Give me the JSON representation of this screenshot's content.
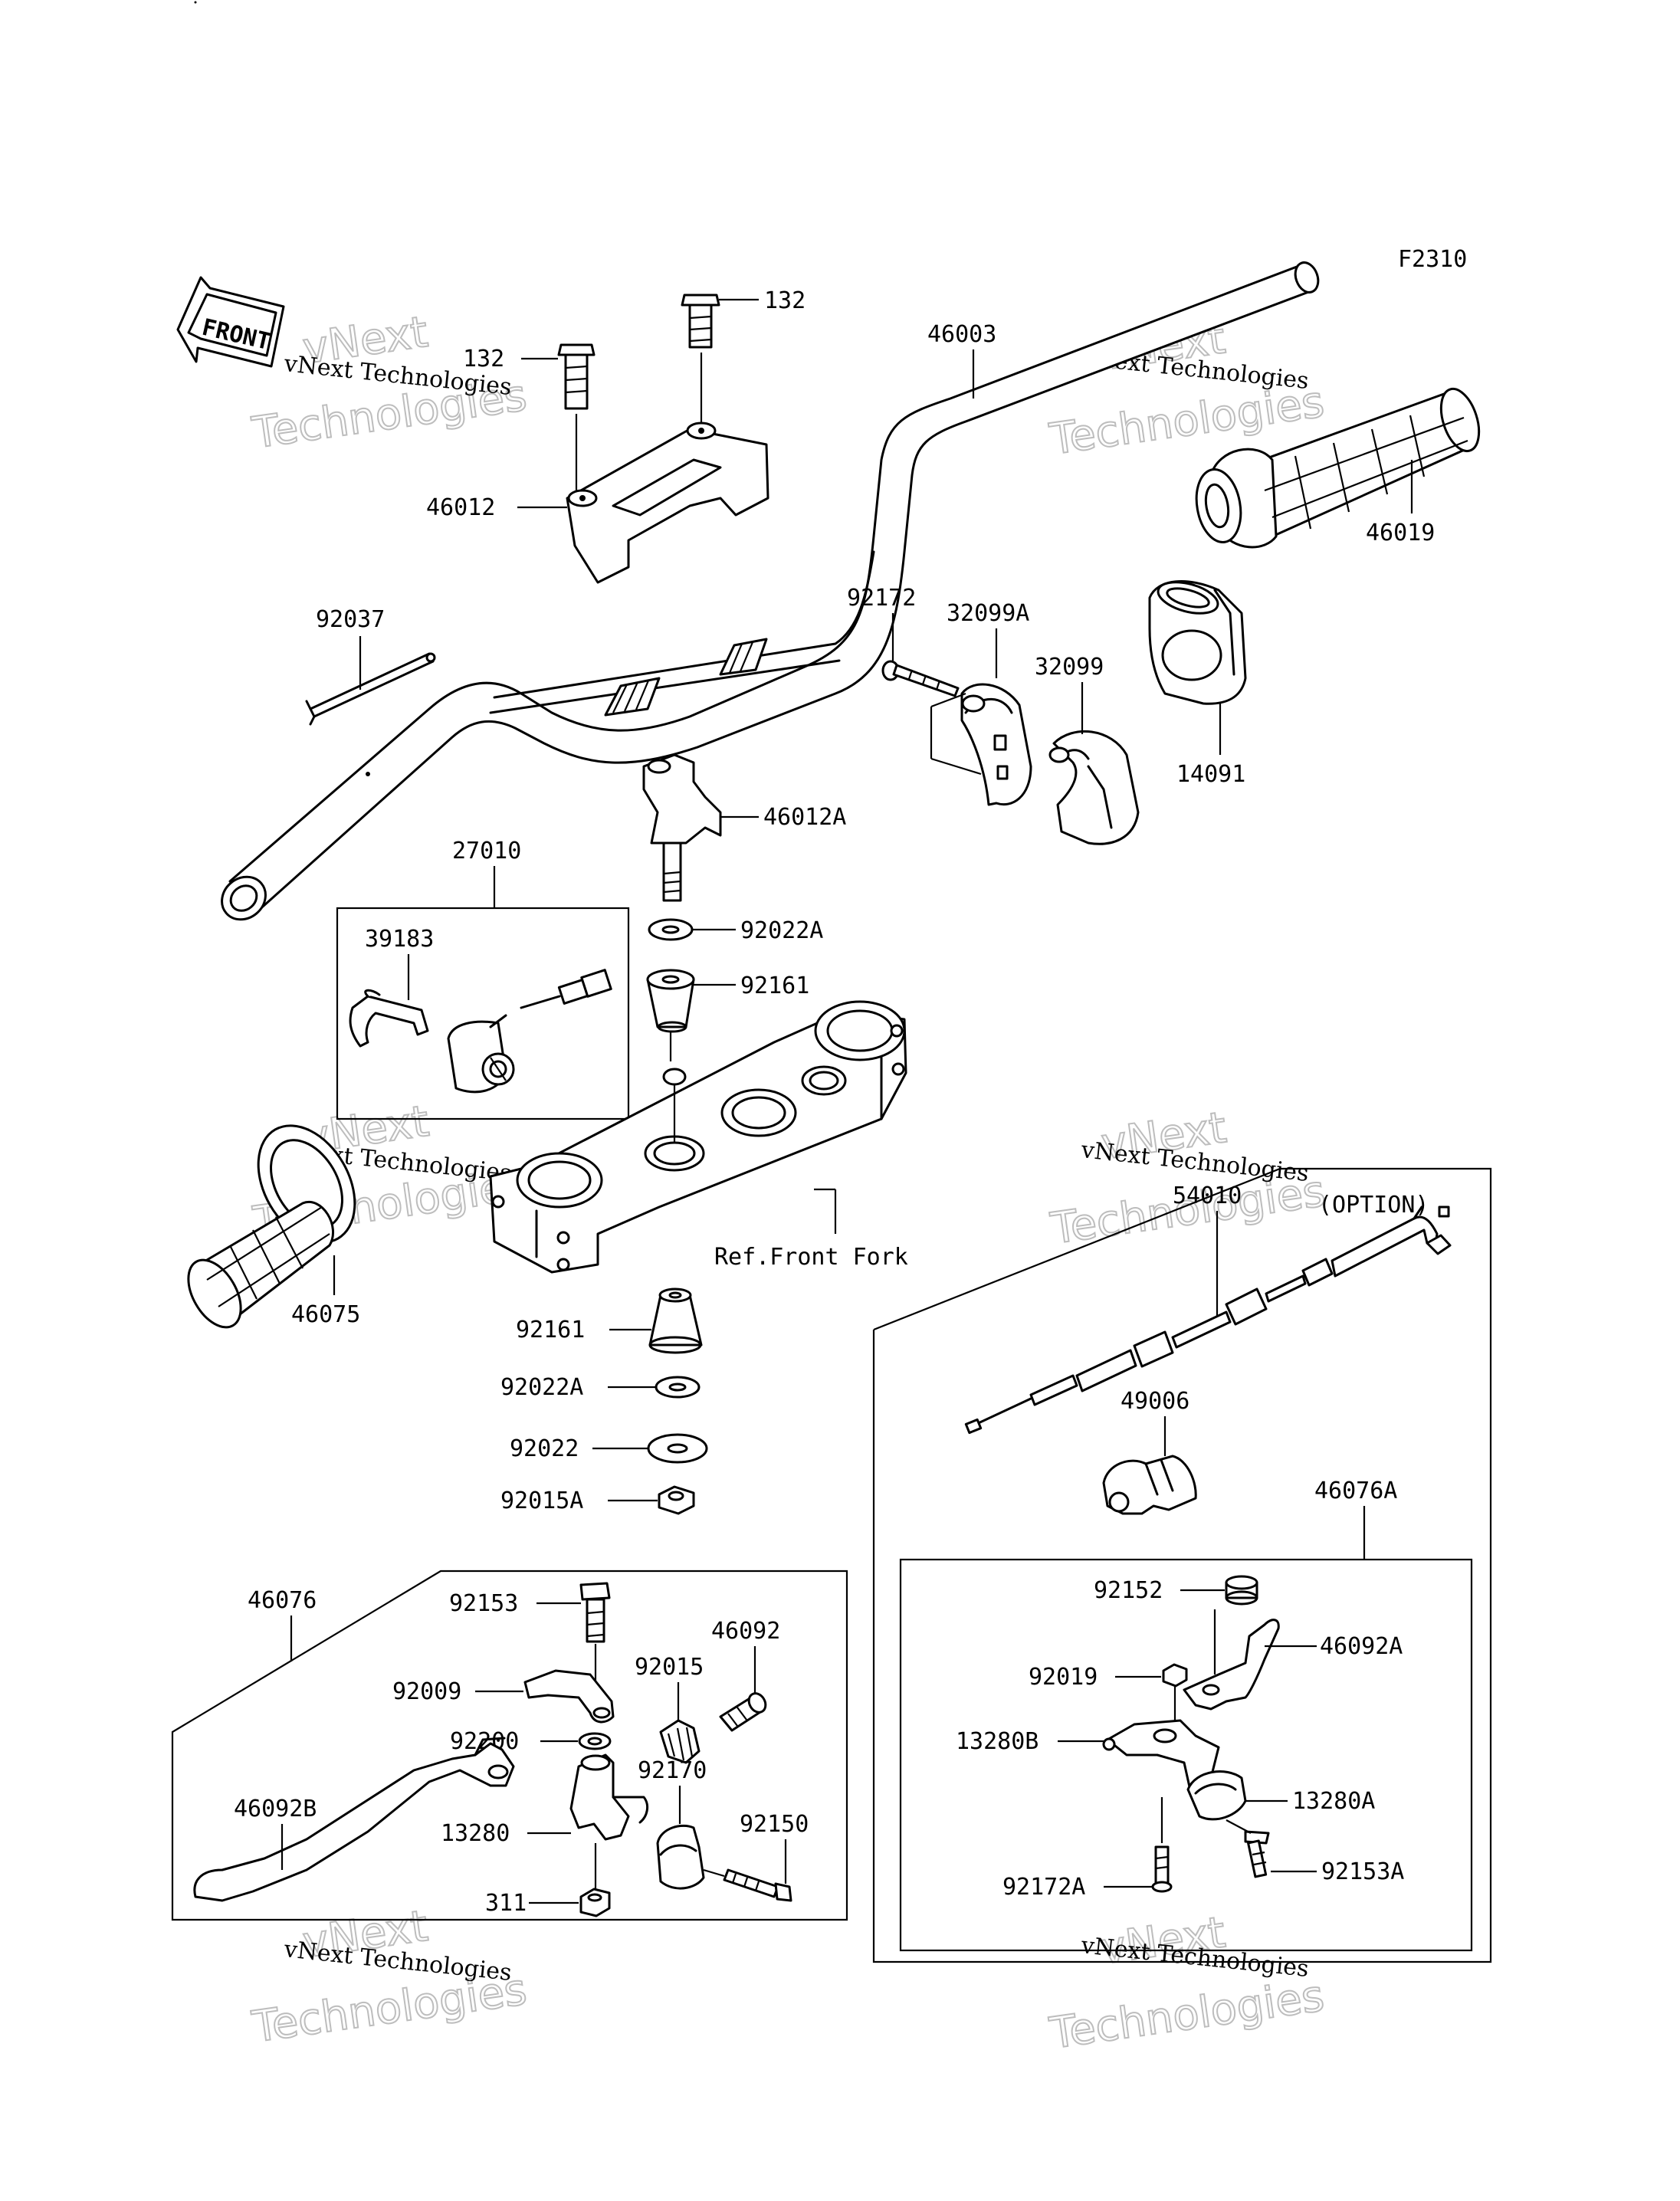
{
  "diagram": {
    "code": "F2310",
    "front_label": "FRONT",
    "option_label": "(OPTION)",
    "ref_label": "Ref.Front Fork",
    "watermark": {
      "company": "vNext Technologies",
      "line1": "vNext",
      "line2": "Technologies"
    },
    "parts": [
      {
        "id": "p-132-a",
        "label": "132"
      },
      {
        "id": "p-132-b",
        "label": "132"
      },
      {
        "id": "p-46003",
        "label": "46003"
      },
      {
        "id": "p-46012",
        "label": "46012"
      },
      {
        "id": "p-46019",
        "label": "46019"
      },
      {
        "id": "p-92037",
        "label": "92037"
      },
      {
        "id": "p-92172",
        "label": "92172"
      },
      {
        "id": "p-32099a",
        "label": "32099A"
      },
      {
        "id": "p-32099",
        "label": "32099"
      },
      {
        "id": "p-14091",
        "label": "14091"
      },
      {
        "id": "p-46012a",
        "label": "46012A"
      },
      {
        "id": "p-27010",
        "label": "27010"
      },
      {
        "id": "p-39183",
        "label": "39183"
      },
      {
        "id": "p-92022a-top",
        "label": "92022A"
      },
      {
        "id": "p-92161-top",
        "label": "92161"
      },
      {
        "id": "p-46075",
        "label": "46075"
      },
      {
        "id": "p-92161-bot",
        "label": "92161"
      },
      {
        "id": "p-92022a-bot",
        "label": "92022A"
      },
      {
        "id": "p-92022",
        "label": "92022"
      },
      {
        "id": "p-92015a",
        "label": "92015A"
      },
      {
        "id": "p-54010",
        "label": "54010"
      },
      {
        "id": "p-49006",
        "label": "49006"
      },
      {
        "id": "p-46076a",
        "label": "46076A"
      },
      {
        "id": "p-46076",
        "label": "46076"
      },
      {
        "id": "p-92153",
        "label": "92153"
      },
      {
        "id": "p-92009",
        "label": "92009"
      },
      {
        "id": "p-46092",
        "label": "46092"
      },
      {
        "id": "p-92015",
        "label": "92015"
      },
      {
        "id": "p-92200",
        "label": "92200"
      },
      {
        "id": "p-92170",
        "label": "92170"
      },
      {
        "id": "p-46092b",
        "label": "46092B"
      },
      {
        "id": "p-13280",
        "label": "13280"
      },
      {
        "id": "p-92150",
        "label": "92150"
      },
      {
        "id": "p-311",
        "label": "311"
      },
      {
        "id": "p-92152",
        "label": "92152"
      },
      {
        "id": "p-46092a",
        "label": "46092A"
      },
      {
        "id": "p-92019",
        "label": "92019"
      },
      {
        "id": "p-13280b",
        "label": "13280B"
      },
      {
        "id": "p-13280a",
        "label": "13280A"
      },
      {
        "id": "p-92172a",
        "label": "92172A"
      },
      {
        "id": "p-92153a",
        "label": "92153A"
      }
    ]
  }
}
